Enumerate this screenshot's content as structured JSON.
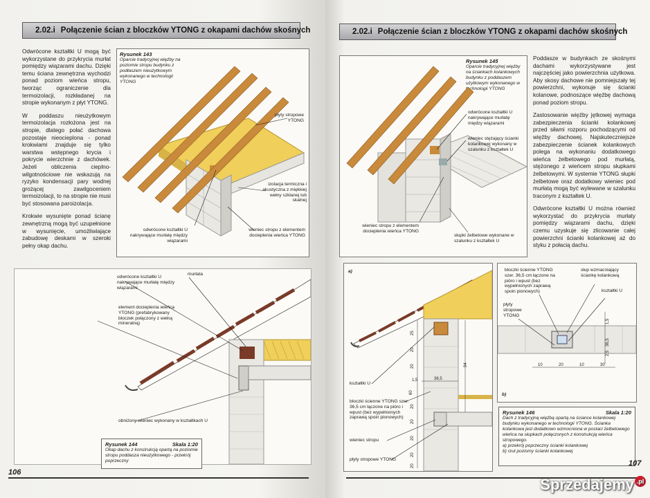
{
  "left_page": {
    "header_num": "2.02.i",
    "header_title": "Połączenie ścian z bloczków YTONG z okapami dachów skośnych",
    "paragraphs": [
      "Odwrócone kształtki U mogą być wykorzystane do przykrycia murłat pomiędzy wiązarami dachu. Dzięki temu ściana zewnętrzna wychodzi ponad poziom wieńca stropu, tworząc ograniczenie dla termoizolacji, rozkładanej na stropie wykonanym z płyt YTONG.",
      "W poddaszu nieużytkowym termoizolacja rozłożona jest na stropie, dlatego połać dachowa pozostaje nieocieplona - ponad krokwiami znajduje się tylko warstwa wstępnego krycia i pokrycie wierzchnie z dachówek. Jeżeli obliczenia cieplno-wilgotnościowe nie wskazują na ryzyko kondensacji pary wodnej grożącej zawilgoceniem termoizolacji, to na stropie nie musi być stosowana paroizolacja.",
      "Krokwie wysunięte ponad ścianę zewnętrzną mogą być uzupełnione w wysunięcie, umożliwiające zabudowę deskami w szeroki pełny okap dachu."
    ],
    "fig143": {
      "title": "Rysunek 143",
      "caption": "Oparcie tradycyjnej więźby na poziomie stropu budynku z podłaszem nieużytkowym wykonanego w technologii YTONG",
      "labels": {
        "plyty": "płyty stropowe YTONG",
        "izolacja": "izolacja termiczna i akustyczna z miękkiej wełny szklanej lub skalnej",
        "odwrocone": "odwrócone kształtki U nakrywające murłatę między wiązarami",
        "wieniec": "wieniec stropu z elementem docieplenia wieńca YTONG"
      }
    },
    "fig144": {
      "labels": {
        "odwrocone": "odwrócone kształtki U nakrywające murłatę między wiązarami",
        "murlata": "murłata",
        "element": "element docieplenia wieńca YTONG (prefabrykowany bloczek połączony z wełną mineralną)",
        "obnizony": "obniżony wieniec wykonany w kształtkach U"
      },
      "title": "Rysunek 144",
      "scale": "Skala 1:20",
      "caption": "Okap dachu z konstrukcją opartą na poziomie stropu poddasza nieużytkowego - przekrój poprzeczny"
    },
    "page_number": "106"
  },
  "right_page": {
    "header_num": "2.02.i",
    "header_title": "Połączenie ścian z bloczków YTONG z okapami dachów skośnych",
    "paragraphs": [
      "Poddasze w budynkach ze skośnymi dachami wykorzystywane jest najczęściej jako powierzchnia użytkowa. Aby skosy dachowe nie pomniejszały tej powierzchni, wykonuje się ścianki kolanowe, podnoszące więźbę dachową ponad poziom stropu.",
      "Zastosowanie więźby jętkowej wymaga zabezpieczenia ścianki kolankowej przed siłami rozporu pochodzącymi od więźby dachowej. Najskuteczniejsze zabezpieczenie ścianek kolankowych polega na wykonaniu dodatkowego wieńca żelbetowego pod murłatą, stężonego z wieńcem stropu słupkami żelbetowymi. W systemie YTONG słupki żelbetowe oraz dodatkowy wieniec pod murłatą mogą być wylewane w szalunku traconym z kształtek U.",
      "Odwrócone kształtki U można również wykorzystać do przykrycia murłaty pomiędzy wiązarami dachu, dzięki czemu uzyskuje się zlicowanie całej powierzchni ścianki kolankowej aż do styku z połacią dachu."
    ],
    "fig145": {
      "title": "Rysunek 145",
      "caption": "Oparcie tradycyjnej więźby na ściankach kolankowych budynku z poddaszem użytkowym wykonanego w technologii YTONG",
      "labels": {
        "odwrocone": "odwrócone kształtki U nakrywające murłatę między wiązarami",
        "wieniec_stez": "wieniec stężający ścianki kolankowej wykonany w szalunku z kształtek U",
        "wieniec_stropu": "wieniec stropu z elementem docieplenia wieńca YTONG",
        "slupki": "słupki żelbetowe wykonane w szalunku z kształtek U"
      }
    },
    "fig146a": {
      "tag": "a)",
      "labels": {
        "ksztaltki": "kształtki U",
        "bloczki": "bloczki ścienne YTONG szer. 36,5 cm łączone na pióro i wpust (bez wypełnionych zaprawą spoin pionowych)",
        "wieniec": "wieniec stropu",
        "plyty": "płyty stropowe YTONG"
      },
      "dims": [
        "94",
        "60",
        "36,5",
        "1,5",
        "25",
        "20",
        "20",
        "20",
        "20",
        "20",
        "20",
        "20"
      ]
    },
    "fig146b": {
      "tag": "b)",
      "labels": {
        "bloczki": "bloczki ścienne YTONG szer. 36,5 cm łączone na pióro i wpust (bez wypełnionych zaprawą spoin pionowych)",
        "slup": "słup wzmacniający ściankę kolankową",
        "ksztaltki": "kształtki U",
        "plyty": "płyty stropowe YTONG"
      },
      "dims": [
        "10",
        "20",
        "10",
        "30",
        "36,5",
        "2,5",
        "1,5"
      ]
    },
    "fig146": {
      "title": "Rysunek 146",
      "scale": "Skala 1:20",
      "caption": "Dach z tradycyjną więźbą opartą na ściance kolankowej budynku wykonanego w technologii YTONG. Ścianka kolankowa jest dodatkowo wzmocniona w postaci żelbetowego wieńca na słupkach połączonych z konstrukcją wieńca stropowego.",
      "item_a": "a) przekrój poprzeczny ścianki kolankowej",
      "item_b": "b) rzut poziomy ścianki kolankowej"
    },
    "page_number": "107"
  },
  "watermark": {
    "text": "Sprzedajemy",
    "suffix": ".pl"
  },
  "colors": {
    "wood": "#c98a3c",
    "insulation": "#f0cf5a",
    "ytong": "#e8e7e2",
    "tile": "#b9513f",
    "header_bg": "#bcbcbf"
  }
}
